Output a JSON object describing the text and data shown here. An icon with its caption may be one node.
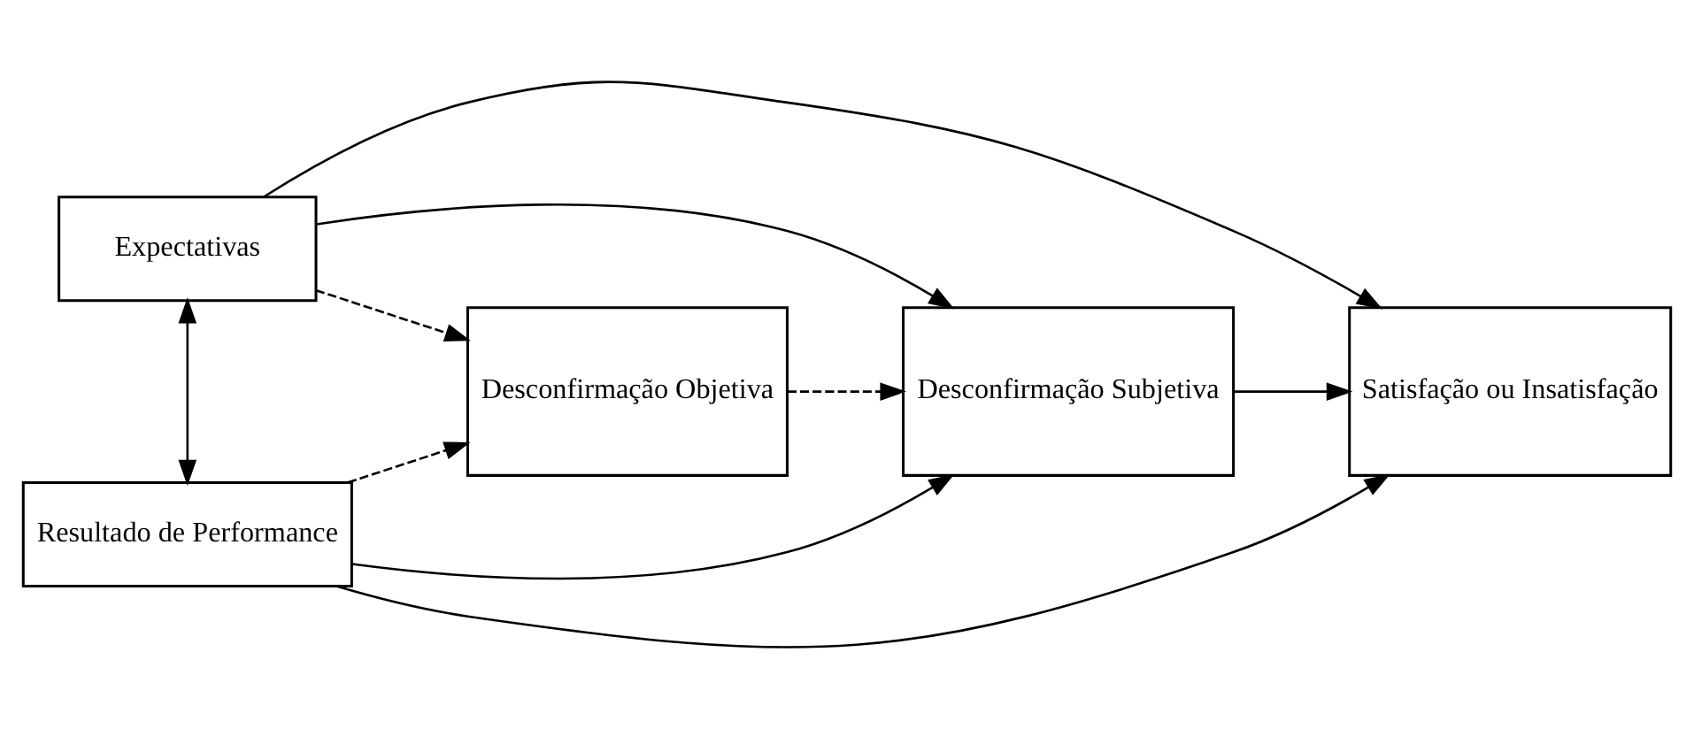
{
  "diagram": {
    "nodes": [
      {
        "text": [
          "Expectativas"
        ]
      },
      {
        "text": [
          "Desconfirmação Objetiva"
        ]
      },
      {
        "text": [
          "Desconfirmação Subjetiva"
        ]
      },
      {
        "text": [
          "Satisfação ou Insatisfação"
        ]
      },
      {
        "text": [
          "Resultado de Performance"
        ]
      }
    ],
    "edges": [
      {
        "from": 0,
        "to": 3,
        "arrow": "to"
      },
      {
        "from": 0,
        "to": 2,
        "arrow": "to"
      },
      {
        "from": 0,
        "to": 1,
        "arrow": "to",
        "style": "dashed"
      },
      {
        "from": 0,
        "to": 4,
        "arrow": "both"
      },
      {
        "from": 1,
        "to": 2,
        "arrow": "to",
        "style": "dashed"
      },
      {
        "from": 2,
        "to": 3,
        "arrow": "to"
      },
      {
        "from": 4,
        "to": 1,
        "arrow": "to",
        "style": "dashed"
      },
      {
        "from": 4,
        "to": 2,
        "arrow": "to"
      },
      {
        "from": 4,
        "to": 3,
        "arrow": "to"
      }
    ]
  }
}
